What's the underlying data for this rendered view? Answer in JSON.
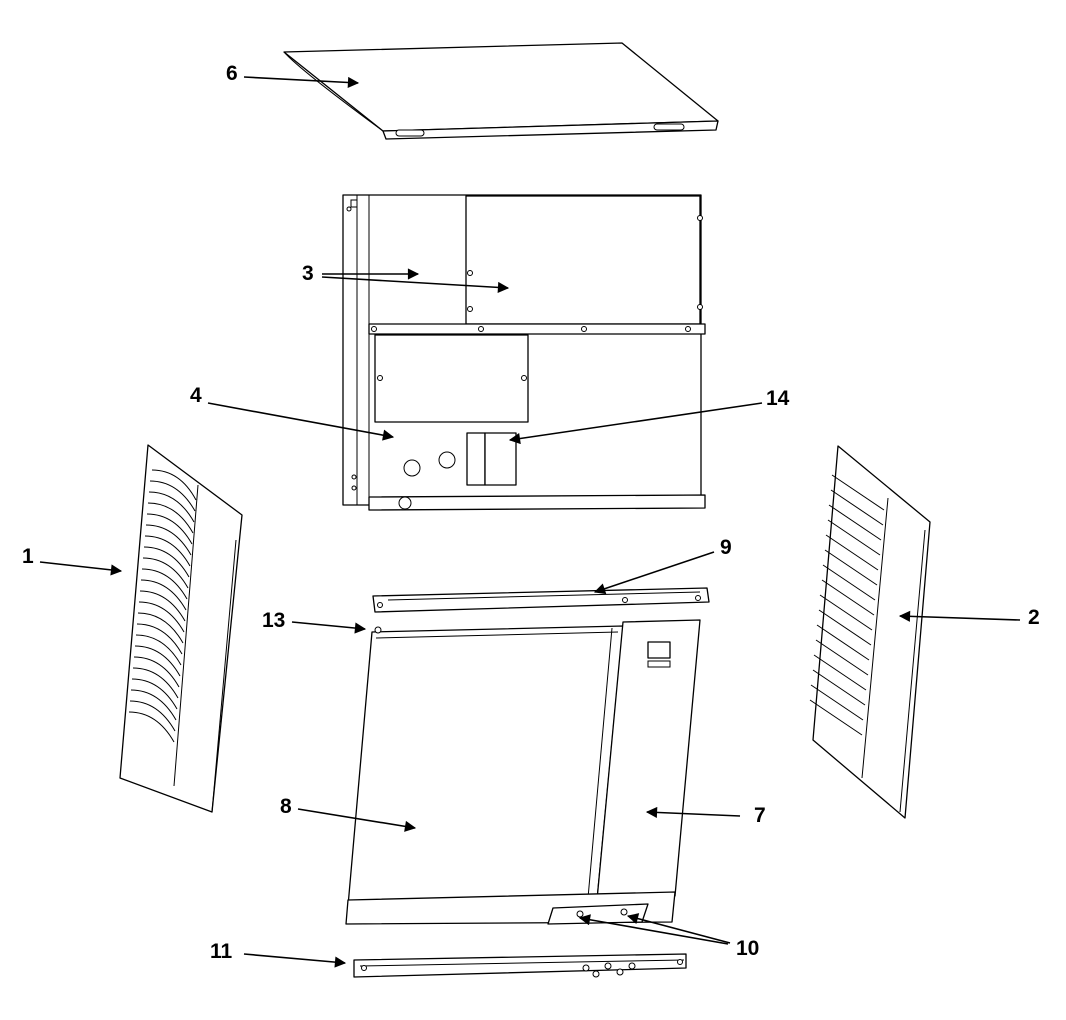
{
  "diagram": {
    "type": "exploded-parts-view",
    "colors": {
      "line": "#000000",
      "background": "#ffffff"
    },
    "callouts": [
      {
        "id": "c1",
        "label": "1"
      },
      {
        "id": "c2",
        "label": "2"
      },
      {
        "id": "c3",
        "label": "3"
      },
      {
        "id": "c4",
        "label": "4"
      },
      {
        "id": "c6",
        "label": "6"
      },
      {
        "id": "c7",
        "label": "7"
      },
      {
        "id": "c8",
        "label": "8"
      },
      {
        "id": "c9",
        "label": "9"
      },
      {
        "id": "c10",
        "label": "10"
      },
      {
        "id": "c11",
        "label": "11"
      },
      {
        "id": "c13",
        "label": "13"
      },
      {
        "id": "c14",
        "label": "14"
      }
    ]
  }
}
